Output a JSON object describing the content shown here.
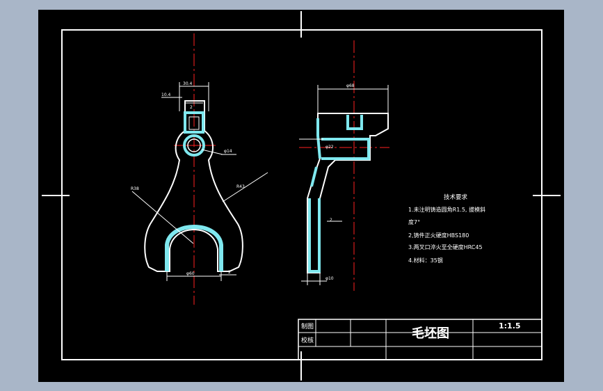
{
  "title_block": {
    "row1_label": "制图",
    "row2_label": "校核",
    "drawing_title": "毛坯图",
    "scale": "1:1.5"
  },
  "tech_requirements": {
    "heading": "技术要求",
    "lines": [
      "1.未注明铸造圆角R1.5, 拔模斜",
      "度7°",
      "2,铸件正火硬度HBS180",
      "3.两叉口淬火至全硬度HRC45",
      "4.材料：35钢"
    ]
  },
  "dimensions": {
    "top_width_left": "30.4",
    "small_dim_left": "10.4",
    "hole_dim": "φ14",
    "bore_dim": "φ22",
    "bottom_width": "φ60",
    "radius_left": "R38",
    "radius_right": "R43",
    "side_top_width": "φ68",
    "side_bottom_width": "φ10",
    "side_dim_small": "2",
    "front_dim_small": "2",
    "bottom_right_small": "2"
  },
  "colors": {
    "background": "#a9b6c8",
    "sheet": "#000000",
    "outline": "#ffffff",
    "fill_cyan": "#7fe8ef",
    "centerline": "#ff2020"
  }
}
